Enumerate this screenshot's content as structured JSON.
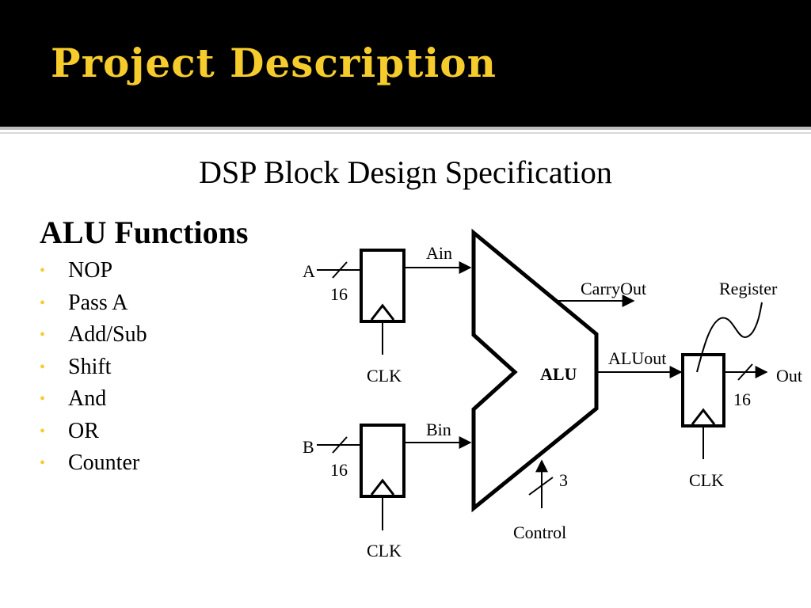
{
  "slide": {
    "title": "Project Description",
    "subtitle": "DSP Block Design Specification",
    "accent_color": "#f6cc2c"
  },
  "alu_functions": {
    "heading": "ALU Functions",
    "items": [
      "NOP",
      "Pass A",
      "Add/Sub",
      "Shift",
      "And",
      "OR",
      "Counter"
    ]
  },
  "diagram": {
    "input_a": "A",
    "input_b": "B",
    "bus_width_a": "16",
    "bus_width_b": "16",
    "bus_width_out": "16",
    "clk_a": "CLK",
    "clk_b": "CLK",
    "clk_out": "CLK",
    "ain": "Ain",
    "bin": "Bin",
    "carry_out": "CarryOut",
    "alu": "ALU",
    "alu_out": "ALUout",
    "register": "Register",
    "out": "Out",
    "control": "Control",
    "control_width": "3"
  }
}
